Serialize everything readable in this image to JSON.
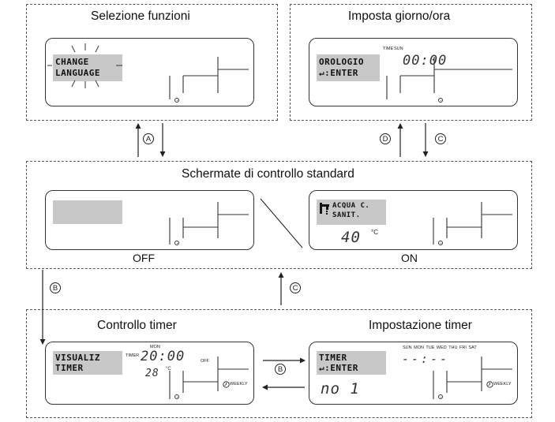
{
  "panels": {
    "select": {
      "title": "Selezione funzioni",
      "lcd_line1": "CHANGE",
      "lcd_line2": "LANGUAGE"
    },
    "clock": {
      "title": "Imposta giorno/ora",
      "lcd_line1": "OROLOGIO",
      "lcd_line2": "↵:ENTER",
      "time_label": "TIME",
      "day_label": "SUN",
      "time_value": "00:00"
    },
    "standard": {
      "title": "Schermate di controllo standard",
      "off_label": "OFF",
      "on_label": "ON",
      "on_line1": "ACQUA C.",
      "on_line2": "SANIT.",
      "temp_value": "40",
      "temp_unit": "°C"
    },
    "timer_ctrl": {
      "title": "Controllo timer",
      "lcd_line1": "VISUALIZ",
      "lcd_line2": "TIMER",
      "timer_label": "TIMER",
      "day_label": "MON",
      "time_value": "20:00",
      "off_text": "OFF",
      "temp_value": "28",
      "temp_unit": "°C",
      "weekly": "WEEKLY"
    },
    "timer_set": {
      "title": "Impostazione timer",
      "lcd_line1": "TIMER",
      "lcd_line2": "↵:ENTER",
      "days": "SUN MON TUE WED THU FRI SAT",
      "time_value": "--:--",
      "program_value": "no 1",
      "weekly": "WEEKLY"
    }
  },
  "arrow_labels": {
    "a": "A",
    "b1": "B",
    "b2": "B",
    "c1": "C",
    "c2": "C",
    "d": "D"
  },
  "colors": {
    "highlight": "#c8c8c8",
    "border": "#555555"
  }
}
